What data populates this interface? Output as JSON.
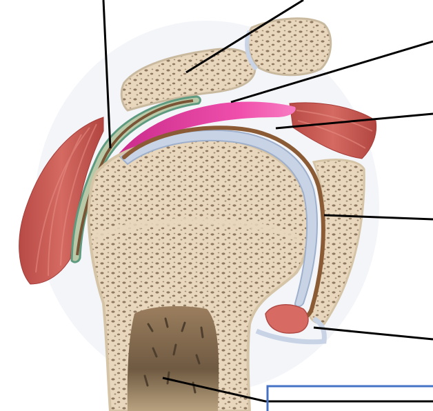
{
  "diagram": {
    "subject": "shoulder-joint-coronal-section",
    "colors": {
      "bone": "#e8d7bd",
      "bone_pore": "#8f7860",
      "marrow": "#8a6f50",
      "cartilage": "#c8d3e6",
      "synovial_brown": "#8a5b34",
      "bursa_pink": "#e0409f",
      "bursa_green": "#5e9a7f",
      "muscle": "#c8564f",
      "leader_line": "#000000",
      "answer_box_border": "#4472c4"
    },
    "labels": [
      {
        "id": "leader-1",
        "text": ""
      },
      {
        "id": "leader-2",
        "text": ""
      },
      {
        "id": "leader-3",
        "text": ""
      },
      {
        "id": "leader-4",
        "text": ""
      },
      {
        "id": "leader-5",
        "text": ""
      },
      {
        "id": "leader-6",
        "text": ""
      },
      {
        "id": "leader-7",
        "text": ""
      }
    ],
    "answer_box": {
      "text": ""
    }
  }
}
